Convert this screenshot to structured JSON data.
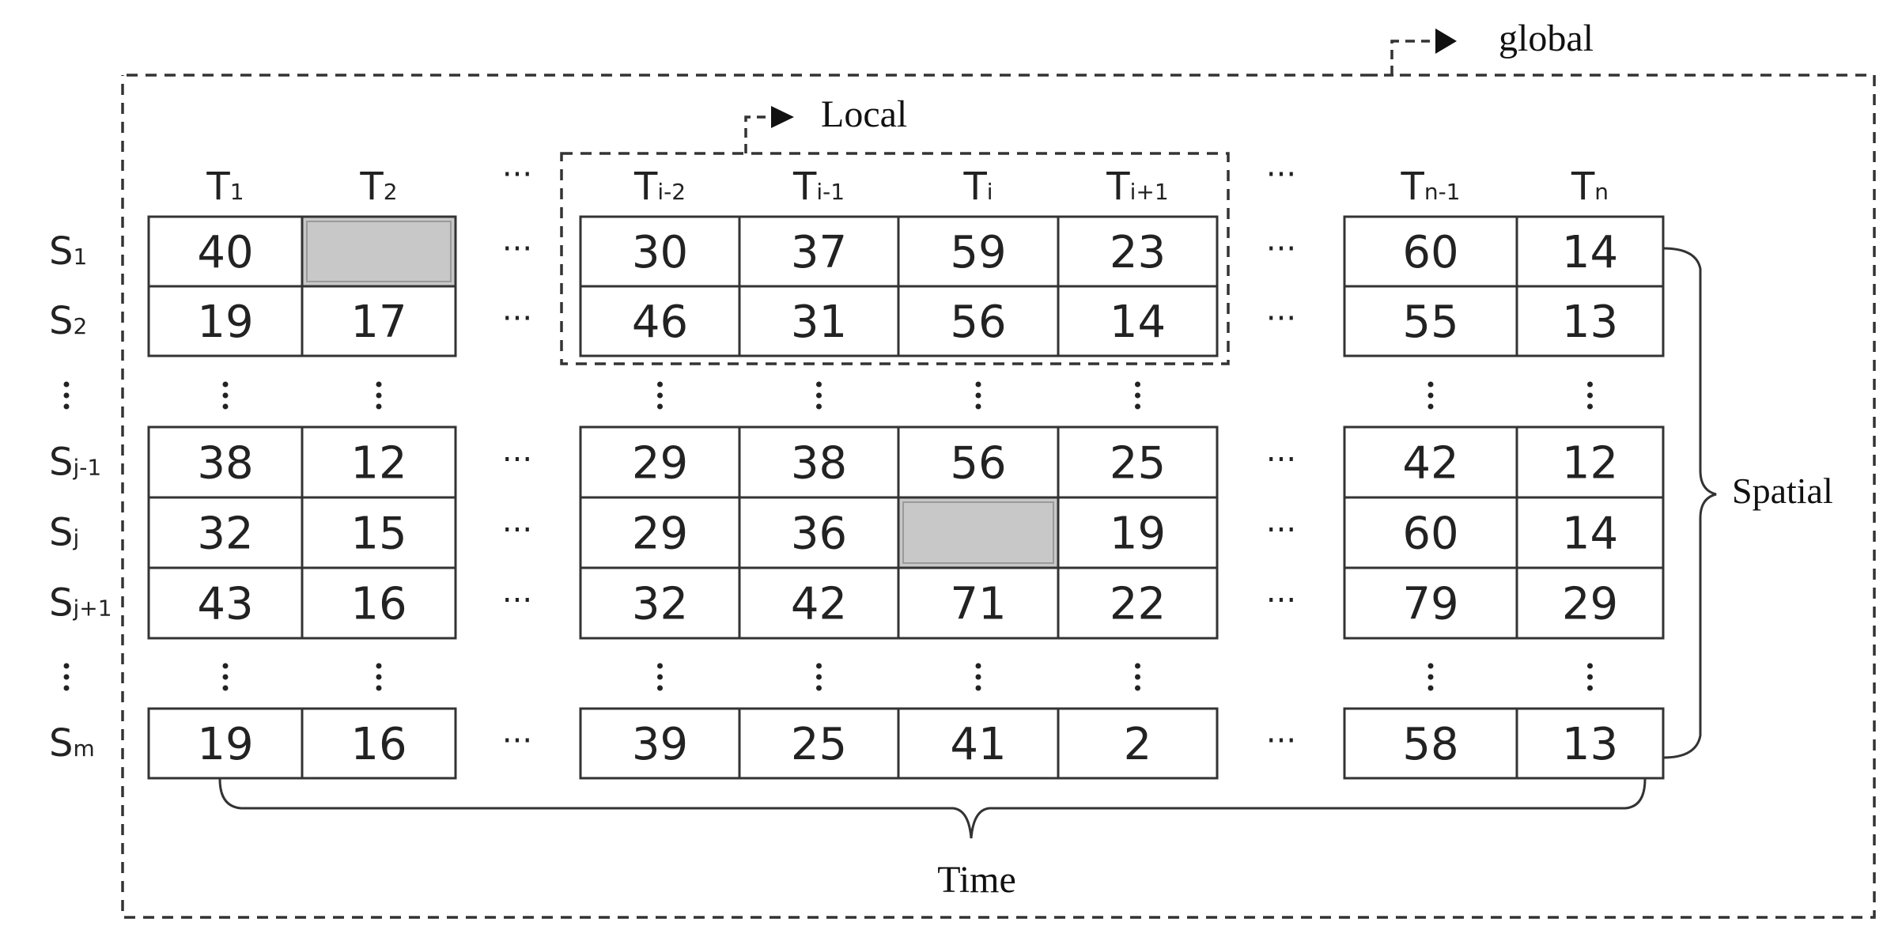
{
  "labels": {
    "global": "global",
    "local": "Local",
    "spatial": "Spatial",
    "time": "Time"
  },
  "ellipsis": "···",
  "columns": [
    {
      "base": "T",
      "sub": "1"
    },
    {
      "base": "T",
      "sub": "2"
    },
    {
      "base": "T",
      "sub": "i-2"
    },
    {
      "base": "T",
      "sub": "i-1"
    },
    {
      "base": "T",
      "sub": "i"
    },
    {
      "base": "T",
      "sub": "i+1"
    },
    {
      "base": "T",
      "sub": "n-1"
    },
    {
      "base": "T",
      "sub": "n"
    }
  ],
  "rows": [
    {
      "base": "S",
      "sub": "1",
      "values": [
        "40",
        "",
        "30",
        "37",
        "59",
        "23",
        "60",
        "14"
      ],
      "missing": [
        1
      ]
    },
    {
      "base": "S",
      "sub": "2",
      "values": [
        "19",
        "17",
        "46",
        "31",
        "56",
        "14",
        "55",
        "13"
      ],
      "missing": []
    },
    {
      "base": "S",
      "sub": "j-1",
      "values": [
        "38",
        "12",
        "29",
        "38",
        "56",
        "25",
        "42",
        "12"
      ],
      "missing": []
    },
    {
      "base": "S",
      "sub": "j",
      "values": [
        "32",
        "15",
        "29",
        "36",
        "",
        "19",
        "60",
        "14"
      ],
      "missing": [
        4
      ]
    },
    {
      "base": "S",
      "sub": "j+1",
      "values": [
        "43",
        "16",
        "32",
        "42",
        "71",
        "22",
        "79",
        "29"
      ],
      "missing": []
    },
    {
      "base": "S",
      "sub": "m",
      "values": [
        "19",
        "16",
        "39",
        "25",
        "41",
        "2",
        "58",
        "13"
      ],
      "missing": []
    }
  ],
  "colors": {
    "line": "#333333",
    "missing_cell": "#c8c8c8",
    "text": "#222222"
  }
}
